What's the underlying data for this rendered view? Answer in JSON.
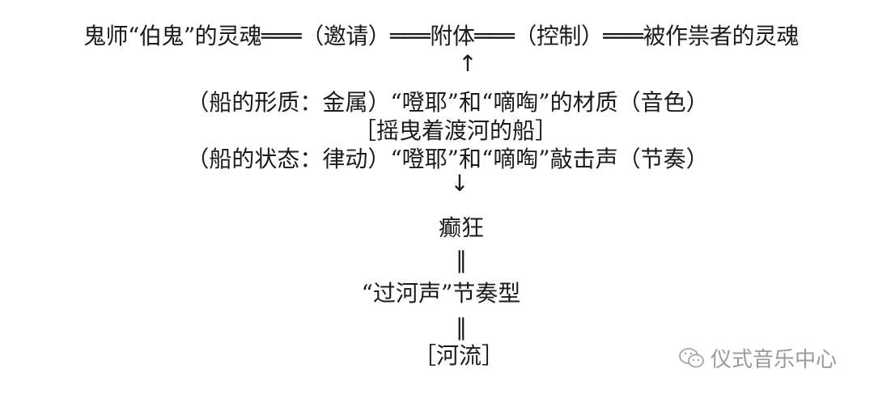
{
  "diagram": {
    "line1": "鬼师“伯鬼”的灵魂═══（邀请）═══附体═══（控制）═══被作祟者的灵魂",
    "arrow_up": "↑",
    "line2": "（船的形质：金属）“噔耶”和“嘀啕”的材质（音色）",
    "line3": "［摇曳着渡河的船］",
    "line4": "（船的状态：律动）“噔耶”和“嘀啕”敲击声（节奏）",
    "arrow_down": "↓",
    "line5": "癫狂",
    "equals1": "‖",
    "line6": "“过河声”节奏型",
    "equals2": "‖",
    "line7": "［河流］"
  },
  "watermark": {
    "icon": "wechat-icon",
    "text": "仪式音乐中心"
  }
}
